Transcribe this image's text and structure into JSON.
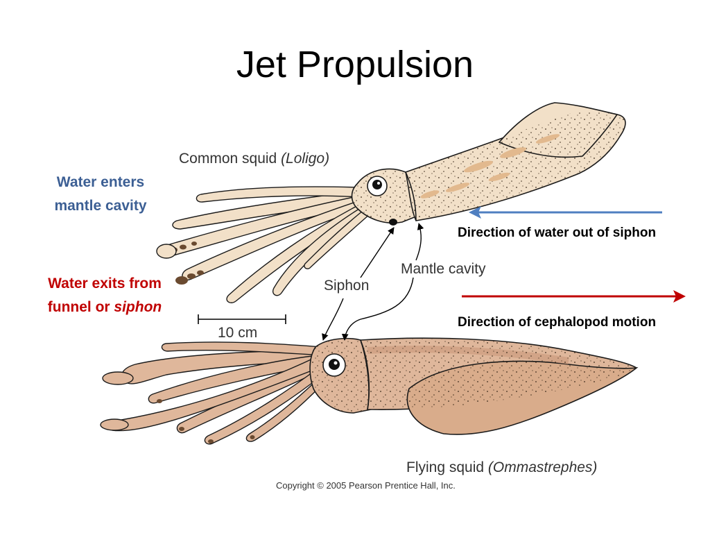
{
  "slide": {
    "title": "Jet Propulsion"
  },
  "annotations": {
    "water_enters_line1": "Water enters",
    "water_enters_line2": "mantle cavity",
    "water_exits_line1": "Water exits from",
    "water_exits_line2_prefix": "funnel or ",
    "water_exits_line2_em": "siphon",
    "water_out_direction": "Direction of water out of siphon",
    "motion_direction": "Direction of cephalopod motion"
  },
  "figure": {
    "common_squid_label": "Common squid ",
    "common_squid_genus": "(Loligo)",
    "flying_squid_label": "Flying squid ",
    "flying_squid_genus": "(Ommastrephes)",
    "siphon_label": "Siphon",
    "mantle_cavity_label": "Mantle cavity",
    "scale_label": "10 cm",
    "copyright": "Copyright © 2005 Pearson Prentice Hall, Inc."
  },
  "colors": {
    "water_arrow": "#4f7fc0",
    "motion_arrow": "#c00000",
    "squid_fill": "#f2e0c8",
    "squid_stroke": "#1a1a1a",
    "flying_fill": "#dfb79b"
  }
}
